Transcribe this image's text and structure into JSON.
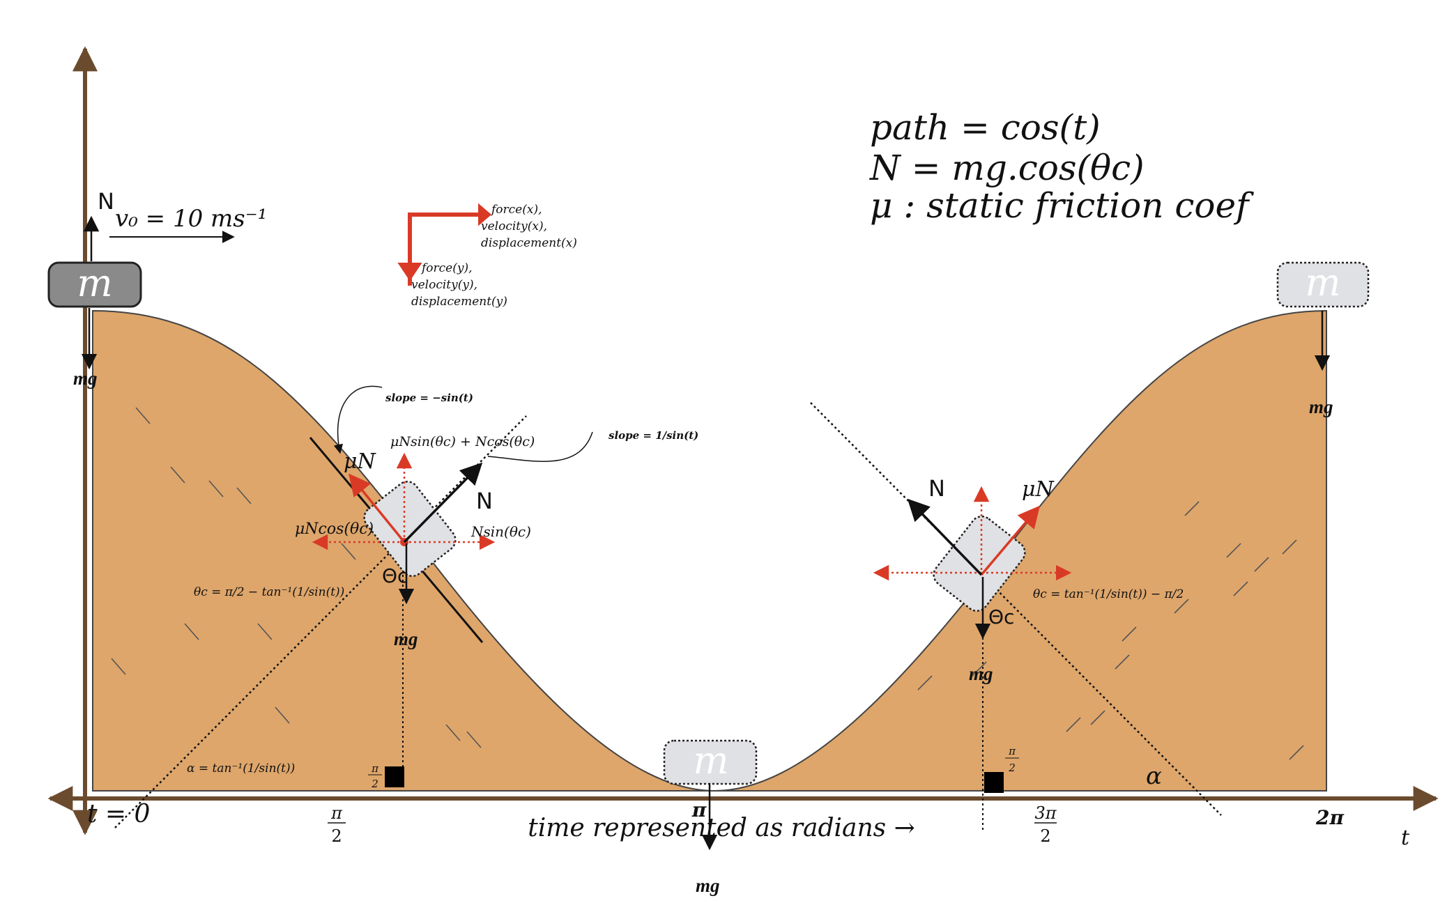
{
  "equations": {
    "path": "path = cos(t)",
    "normal": "N = mg.cos(θc)",
    "mu": "μ :  static friction coef"
  },
  "initial_velocity": "v₀ = 10 ms⁻¹",
  "legend": {
    "x_lines": [
      "force(x),",
      "velocity(x),",
      "displacement(x)"
    ],
    "y_lines": [
      "force(y),",
      "velocity(y),",
      "displacement(y)"
    ]
  },
  "axis": {
    "t_label": "t",
    "time_caption": "time represented as radians →",
    "ticks": {
      "t0": "t = 0",
      "pi_half_num": "π",
      "pi_half_den": "2",
      "pi": "π",
      "three_pi_half_num": "3π",
      "three_pi_half_den": "2",
      "two_pi": "2π"
    }
  },
  "labels": {
    "mass": "m",
    "weight": "mg",
    "normal": "N",
    "friction": "μN",
    "theta_c": "Θc",
    "alpha": "α",
    "slope_tangent": "slope = −sin(t)",
    "slope_normal": "slope = 1/sin(t)",
    "mu_cos_component": "μNcos(θc)",
    "n_sin_component": "Nsin(θc)",
    "vertical_sum": "μNsin(θc) + Ncos(θc)",
    "theta_left": "θc = π/2 − tan⁻¹(1/sin(t))",
    "theta_right": "θc = tan⁻¹(1/sin(t)) − π/2",
    "alpha_formula": "α = tan⁻¹(1/sin(t))",
    "pi_half_marker_num": "π",
    "pi_half_marker_den": "2"
  },
  "colors": {
    "axis": "#6b4b2e",
    "ground": "#dea66b",
    "red": "#d93a26",
    "mass_dark": "#8a8a8a",
    "mass_light": "#e0e1e4"
  }
}
